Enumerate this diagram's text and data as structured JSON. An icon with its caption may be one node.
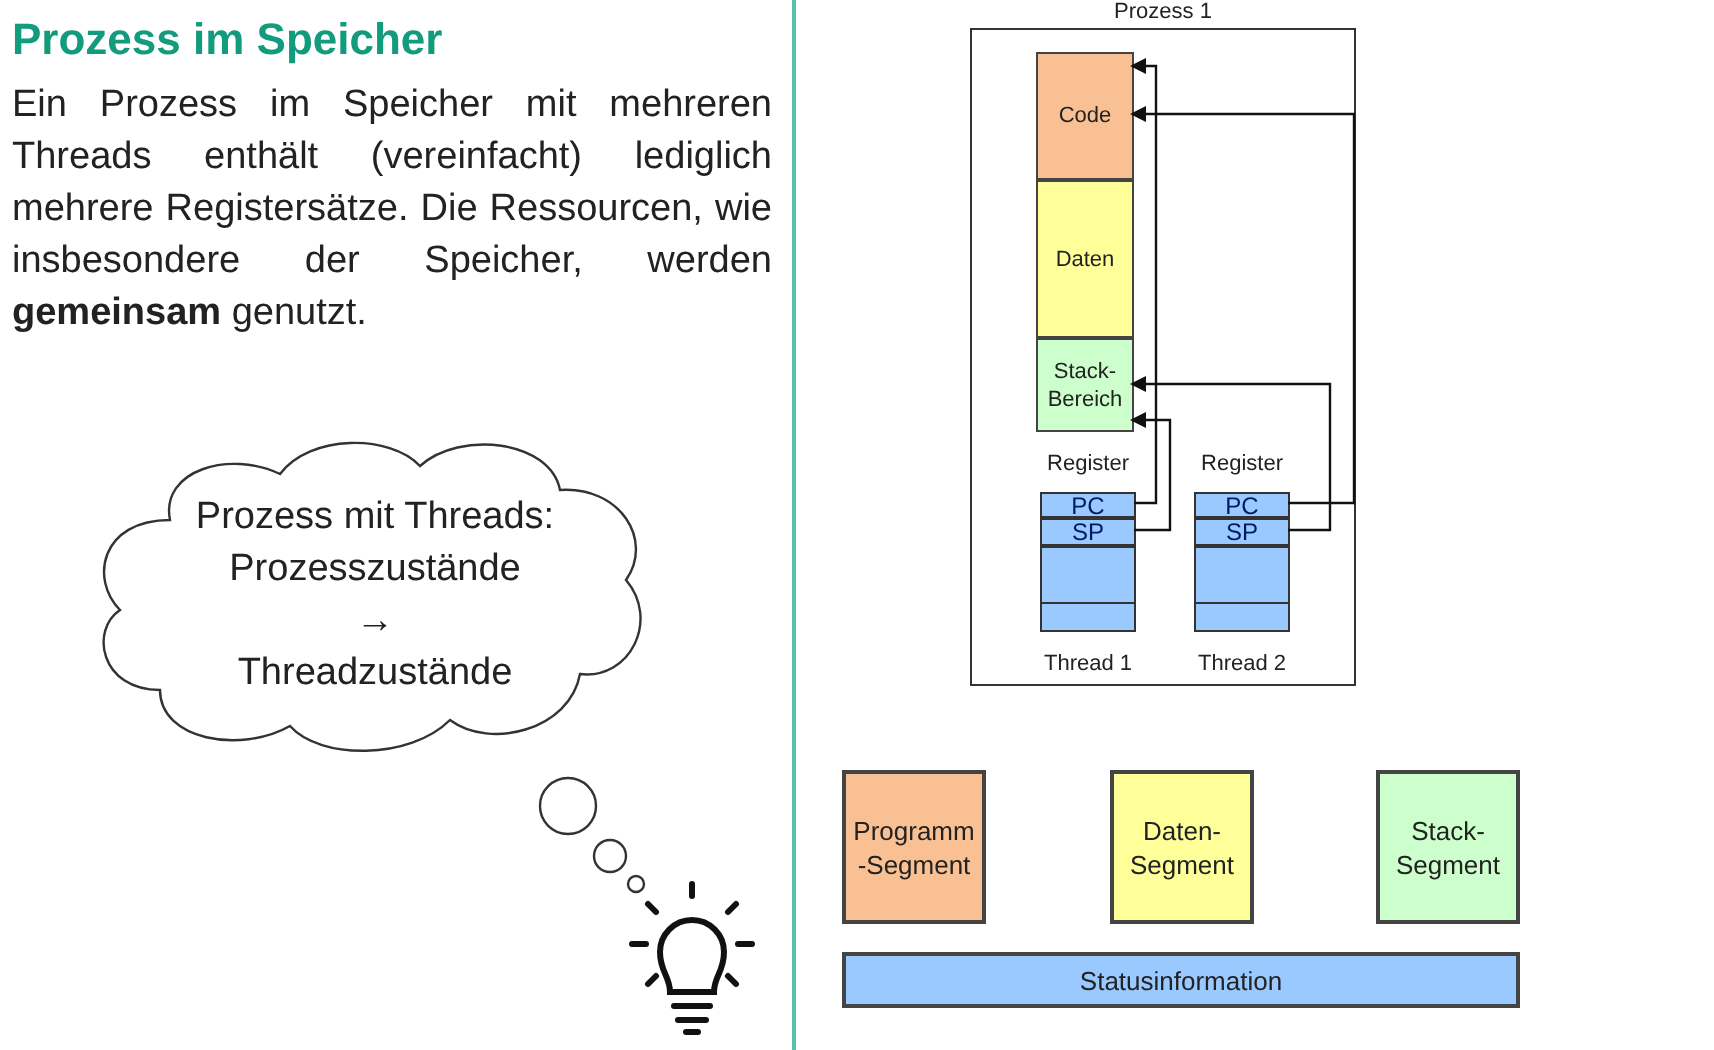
{
  "diagram": {
    "title": "Prozess im Speicher",
    "nodes": [
      {
        "text": [
          "Prozess 1"
        ]
      },
      {
        "text": [
          "Code"
        ],
        "in": 0
      },
      {
        "text": [
          "Daten"
        ],
        "in": 0
      },
      {
        "text": [
          "Stack- Bereich"
        ],
        "in": 0
      },
      {
        "text": [
          "Register",
          "Thread 1"
        ],
        "in": 0
      },
      {
        "text": [
          "PC"
        ],
        "in": 4
      },
      {
        "text": [
          "SP"
        ],
        "in": 4
      },
      {
        "text": [
          "Register",
          "Thread 2"
        ],
        "in": 0
      },
      {
        "text": [
          "PC"
        ],
        "in": 7
      },
      {
        "text": [
          "SP"
        ],
        "in": 7
      },
      {
        "text": [
          "Programm -Segment"
        ]
      },
      {
        "text": [
          "Daten- Segment"
        ]
      },
      {
        "text": [
          "Stack- Segment"
        ]
      },
      {
        "text": [
          "Statusinformation"
        ]
      },
      {
        "text": [
          "Prozess mit Threads:",
          "Prozesszustände",
          "→",
          "Threadzustände"
        ]
      },
      {
        "text": [],
        "shape": "box",
        "in": 4
      },
      {
        "text": [],
        "shape": "box",
        "in": 4
      },
      {
        "text": [],
        "shape": "box",
        "in": 7
      },
      {
        "text": [],
        "shape": "box",
        "in": 7
      }
    ],
    "edges": [
      {
        "from": 5,
        "to": 1,
        "arrow": "to"
      },
      {
        "from": 6,
        "to": 3,
        "arrow": "to"
      },
      {
        "from": 8,
        "to": 1,
        "arrow": "to"
      },
      {
        "from": 9,
        "to": 3,
        "arrow": "to"
      }
    ],
    "labels": [
      "Ein Prozess im Speicher mit mehreren Threads enthält (vereinfacht) lediglich mehrere Registersätze. Die Ressourcen, wie insbesondere der Speicher, werden **gemeinsam** genutzt."
    ]
  }
}
